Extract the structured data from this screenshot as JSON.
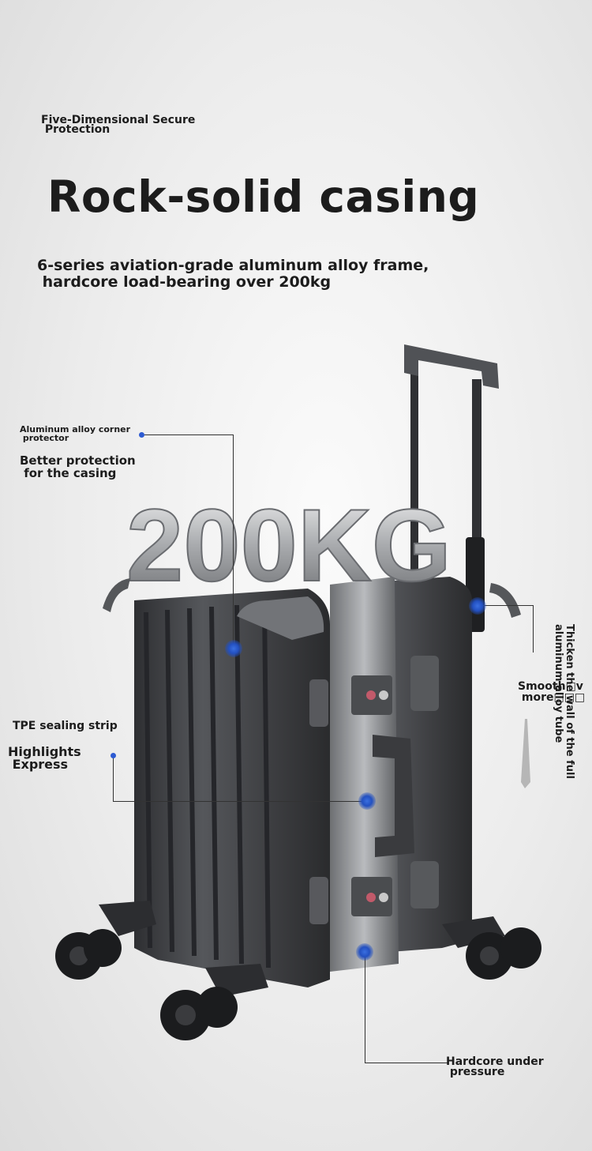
{
  "header": {
    "kicker": "Five-Dimensional Secure\n Protection",
    "title": "Rock-solid casing",
    "subtitle": "6-series aviation-grade aluminum alloy frame,\n hardcore load-bearing over 200kg"
  },
  "hero": {
    "big_text": "200KG"
  },
  "callouts": {
    "corner_title": "Aluminum alloy corner\n protector",
    "corner_desc": "Better protection\n for the casing",
    "tpe_title": "TPE sealing strip",
    "tpe_desc": "Highlights\n Express",
    "tube_vertical": "Thicken the wall of the full\naluminum alloy tube",
    "smooth": "Smooth□v\n more□□□",
    "hardcore": "Hardcore under\n pressure"
  },
  "colors": {
    "accent_dot": "#2d5bd2",
    "text": "#1c1c1c",
    "case_body": "#3f4043",
    "case_light": "#6a6c70"
  }
}
